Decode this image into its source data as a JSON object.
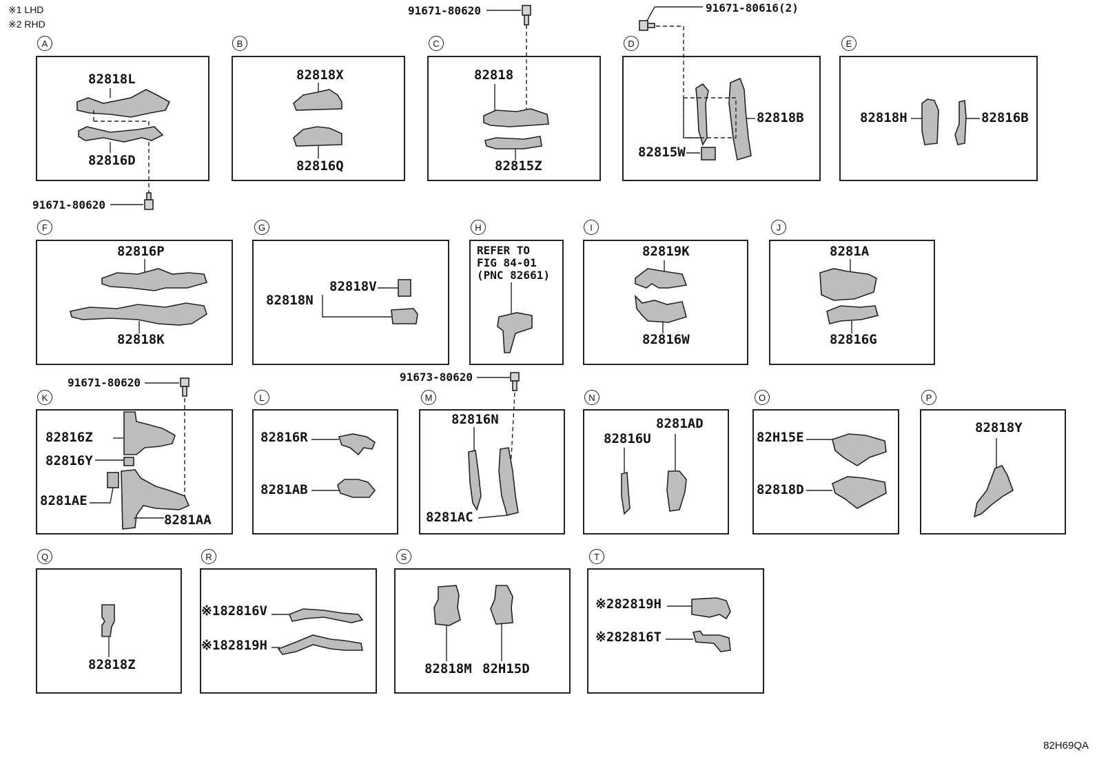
{
  "legend": {
    "lhd": "※1 LHD",
    "rhd": "※2 RHD"
  },
  "figure_code": "82H69QA",
  "fasteners": {
    "top_c": "91671-80620",
    "top_d": "91671-80616(2)",
    "below_a": "91671-80620",
    "k": "91671-80620",
    "m": "91673-80620"
  },
  "panels": {
    "A": {
      "letter": "A",
      "parts": [
        "82818L",
        "82816D"
      ]
    },
    "B": {
      "letter": "B",
      "parts": [
        "82818X",
        "82816Q"
      ]
    },
    "C": {
      "letter": "C",
      "parts": [
        "82818",
        "82815Z"
      ]
    },
    "D": {
      "letter": "D",
      "parts": [
        "82818B",
        "82815W"
      ]
    },
    "E": {
      "letter": "E",
      "parts": [
        "82818H",
        "82816B"
      ]
    },
    "F": {
      "letter": "F",
      "parts": [
        "82816P",
        "82818K"
      ]
    },
    "G": {
      "letter": "G",
      "parts": [
        "82818N",
        "82818V"
      ]
    },
    "H": {
      "letter": "H",
      "refer_lines": [
        "REFER TO",
        "FIG 84-01",
        "(PNC 82661)"
      ]
    },
    "I": {
      "letter": "I",
      "parts": [
        "82819K",
        "82816W"
      ]
    },
    "J": {
      "letter": "J",
      "parts": [
        "8281A",
        "82816G"
      ]
    },
    "K": {
      "letter": "K",
      "parts": [
        "82816Z",
        "82816Y",
        "8281AE",
        "8281AA"
      ]
    },
    "L": {
      "letter": "L",
      "parts": [
        "82816R",
        "8281AB"
      ]
    },
    "M": {
      "letter": "M",
      "parts": [
        "82816N",
        "8281AC"
      ]
    },
    "N": {
      "letter": "N",
      "parts": [
        "82816U",
        "8281AD"
      ]
    },
    "O": {
      "letter": "O",
      "parts": [
        "82H15E",
        "82818D"
      ]
    },
    "P": {
      "letter": "P",
      "parts": [
        "82818Y"
      ]
    },
    "Q": {
      "letter": "Q",
      "parts": [
        "82818Z"
      ]
    },
    "R": {
      "letter": "R",
      "parts": [
        "※182816V",
        "※182819H"
      ]
    },
    "S": {
      "letter": "S",
      "parts": [
        "82818M",
        "82H15D"
      ]
    },
    "T": {
      "letter": "T",
      "parts": [
        "※282819H",
        "※282816T"
      ]
    }
  }
}
